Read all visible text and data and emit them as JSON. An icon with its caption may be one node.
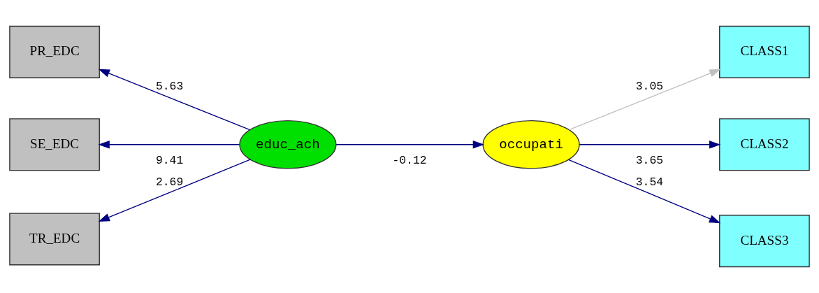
{
  "diagram": {
    "nodes": [
      {
        "text": [
          "PR_EDC"
        ]
      },
      {
        "text": [
          "SE_EDC"
        ]
      },
      {
        "text": [
          "TR_EDC"
        ]
      },
      {
        "text": [
          "educ_ach"
        ]
      },
      {
        "text": [
          "occupati"
        ]
      },
      {
        "text": [
          "CLASS1"
        ]
      },
      {
        "text": [
          "CLASS2"
        ]
      },
      {
        "text": [
          "CLASS3"
        ]
      }
    ],
    "edges": [
      {
        "from": 3,
        "to": 0,
        "arrow": "to",
        "label": "5.63"
      },
      {
        "from": 3,
        "to": 1,
        "arrow": "to",
        "label": "9.41"
      },
      {
        "from": 3,
        "to": 2,
        "arrow": "to",
        "label": "2.69"
      },
      {
        "from": 3,
        "to": 4,
        "arrow": "to",
        "label": "-0.12"
      },
      {
        "from": 4,
        "to": 5,
        "arrow": "to",
        "label": "3.05",
        "color": "#c0c0c0"
      },
      {
        "from": 4,
        "to": 6,
        "arrow": "to",
        "label": "3.65"
      },
      {
        "from": 4,
        "to": 7,
        "arrow": "to",
        "label": "3.54"
      }
    ]
  }
}
